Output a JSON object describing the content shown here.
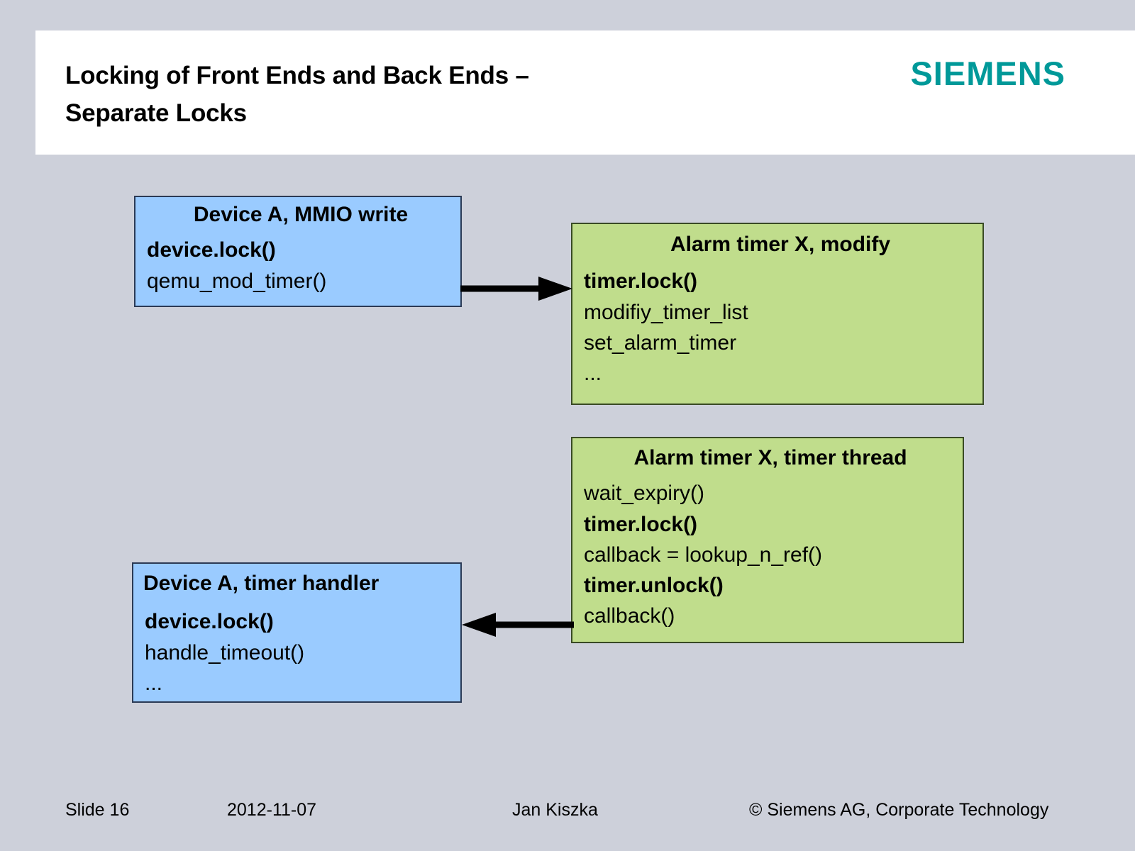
{
  "slide": {
    "background_color": "#cdd0da",
    "title": "Locking of Front Ends and Back Ends –\nSeparate Locks",
    "brand": "SIEMENS",
    "brand_color": "#009999"
  },
  "diagram": {
    "nodes": [
      {
        "id": "mmio-write",
        "title": "Device A, MMIO write",
        "color": "#9acbff",
        "kind": "blue",
        "lines": [
          {
            "text": "device.lock()",
            "bold": true
          },
          {
            "text": "qemu_mod_timer()",
            "bold": false
          }
        ]
      },
      {
        "id": "alarm-modify",
        "title": "Alarm timer X, modify",
        "color": "#c0dd8c",
        "kind": "green",
        "lines": [
          {
            "text": "timer.lock()",
            "bold": true
          },
          {
            "text": "modifiy_timer_list",
            "bold": false
          },
          {
            "text": "set_alarm_timer",
            "bold": false
          },
          {
            "text": "...",
            "bold": false
          }
        ]
      },
      {
        "id": "alarm-thread",
        "title": "Alarm timer X, timer thread",
        "color": "#c0dd8c",
        "kind": "green",
        "lines": [
          {
            "text": "wait_expiry()",
            "bold": false
          },
          {
            "text": "timer.lock()",
            "bold": true
          },
          {
            "text": "callback = lookup_n_ref()",
            "bold": false
          },
          {
            "text": "timer.unlock()",
            "bold": true
          },
          {
            "text": "callback()",
            "bold": false
          }
        ]
      },
      {
        "id": "timer-handler",
        "title": "Device A, timer handler",
        "color": "#9acbff",
        "kind": "blue",
        "lines": [
          {
            "text": "device.lock()",
            "bold": true
          },
          {
            "text": "handle_timeout()",
            "bold": false
          },
          {
            "text": "...",
            "bold": false
          }
        ]
      }
    ],
    "arrows": [
      {
        "id": "to-modify",
        "from": "mmio-write",
        "to": "alarm-modify",
        "direction": "right",
        "color": "#000000"
      },
      {
        "id": "to-handler",
        "from": "alarm-thread",
        "to": "timer-handler",
        "direction": "left",
        "color": "#000000"
      }
    ]
  },
  "footer": {
    "slide_number": "Slide 16",
    "date": "2012-11-07",
    "author": "Jan Kiszka",
    "copyright": "© Siemens AG, Corporate Technology"
  }
}
